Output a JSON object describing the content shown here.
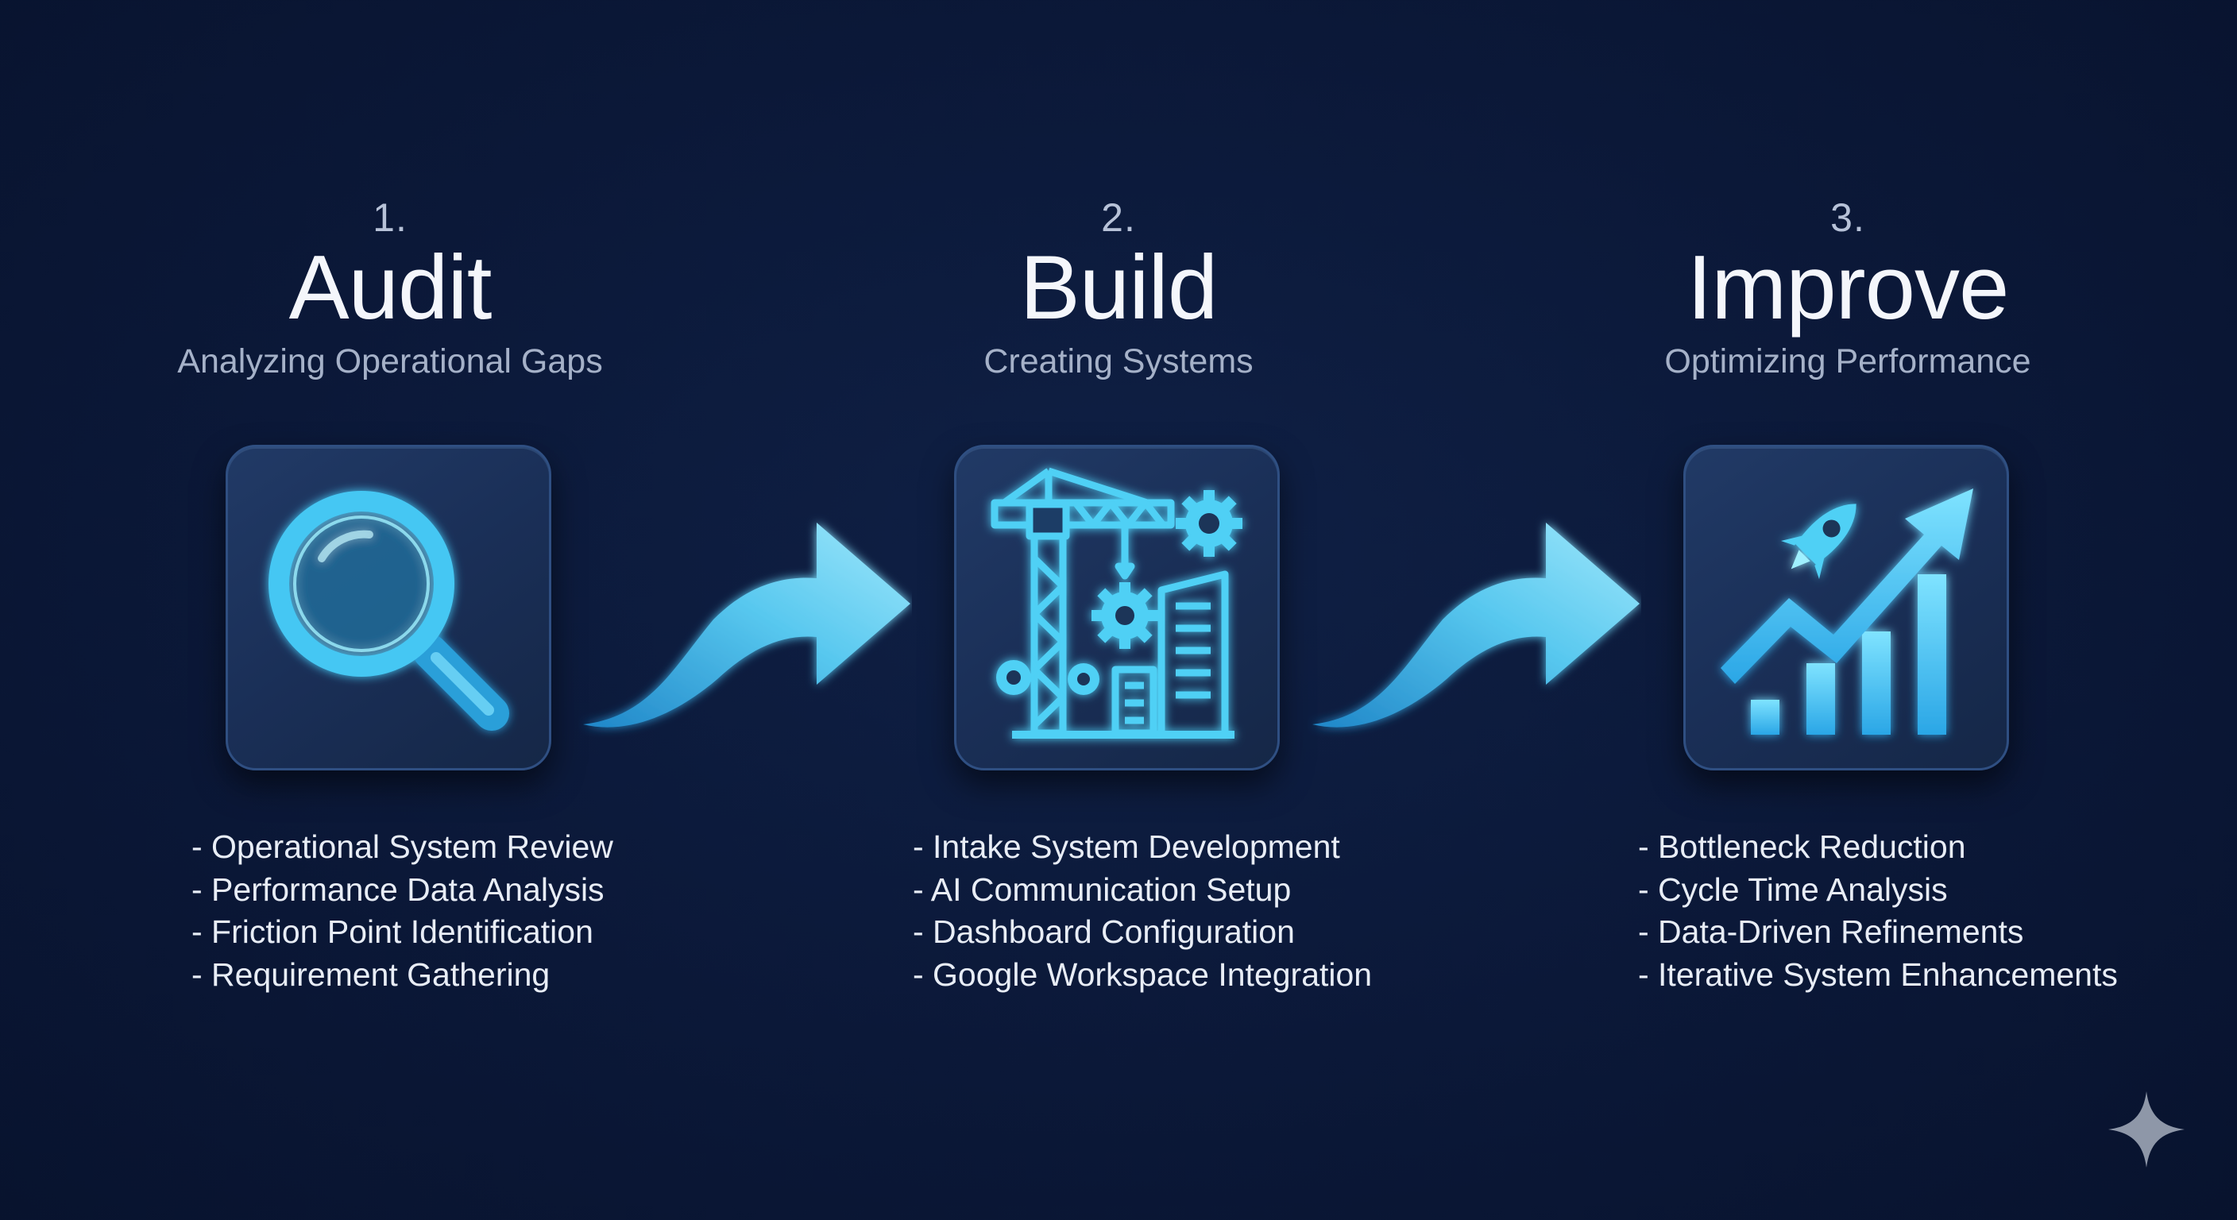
{
  "steps": [
    {
      "number": "1.",
      "title": "Audit",
      "subtitle": "Analyzing Operational Gaps",
      "icon": "magnifying-glass-icon",
      "items": [
        "- Operational System Review",
        "- Performance Data Analysis",
        "- Friction Point Identification",
        "- Requirement Gathering"
      ]
    },
    {
      "number": "2.",
      "title": "Build",
      "subtitle": "Creating Systems",
      "icon": "construction-crane-gears-icon",
      "items": [
        "- Intake System Development",
        "- AI Communication Setup",
        "- Dashboard Configuration",
        "- Google Workspace Integration"
      ]
    },
    {
      "number": "3.",
      "title": "Improve",
      "subtitle": "Optimizing Performance",
      "icon": "rocket-growth-chart-icon",
      "items": [
        "- Bottleneck Reduction",
        "- Cycle Time Analysis",
        "- Data-Driven Refinements",
        "- Iterative System Enhancements"
      ]
    }
  ],
  "connectors": [
    "curved-arrow-icon",
    "curved-arrow-icon"
  ],
  "corner_mark": "sparkle-icon",
  "colors": {
    "background": "#0b1838",
    "accent": "#47c9f0",
    "text": "#f4f6fb",
    "muted": "#a5b1c8"
  }
}
